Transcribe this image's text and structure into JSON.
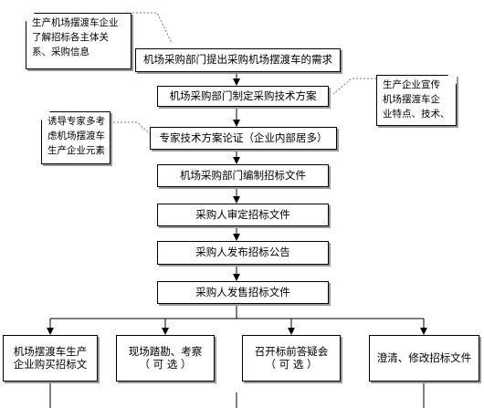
{
  "steps": [
    "机场采购部门提出采购机场摆渡车的需求",
    "机场采购部门制定采购技术方案",
    "专家技术方案论证（企业内部居多）",
    "机场采购部门编制招标文件",
    "采购人审定招标文件",
    "采购人发布招标公告",
    "采购人发售招标文件"
  ],
  "branches": [
    {
      "line1": "机场摆渡车生产",
      "line2": "企业购买招标文"
    },
    {
      "line1": "现场踏勘、考察",
      "line2": "（ 可  选 ）"
    },
    {
      "line1": "召开标前答疑会",
      "line2": "（ 可  选 ）"
    },
    {
      "line1": "澄清、修改招标文件",
      "line2": ""
    }
  ],
  "notes": {
    "left_top": [
      "生产机场摆渡车企业",
      "了解招标各主体关",
      "系、采购信息"
    ],
    "right": [
      "生产企业宣传",
      "机场摆渡车企",
      "业特点、技术、"
    ],
    "left_mid": [
      "诱导专家多考",
      "虑机场摆渡车",
      "生产企业元素"
    ]
  }
}
